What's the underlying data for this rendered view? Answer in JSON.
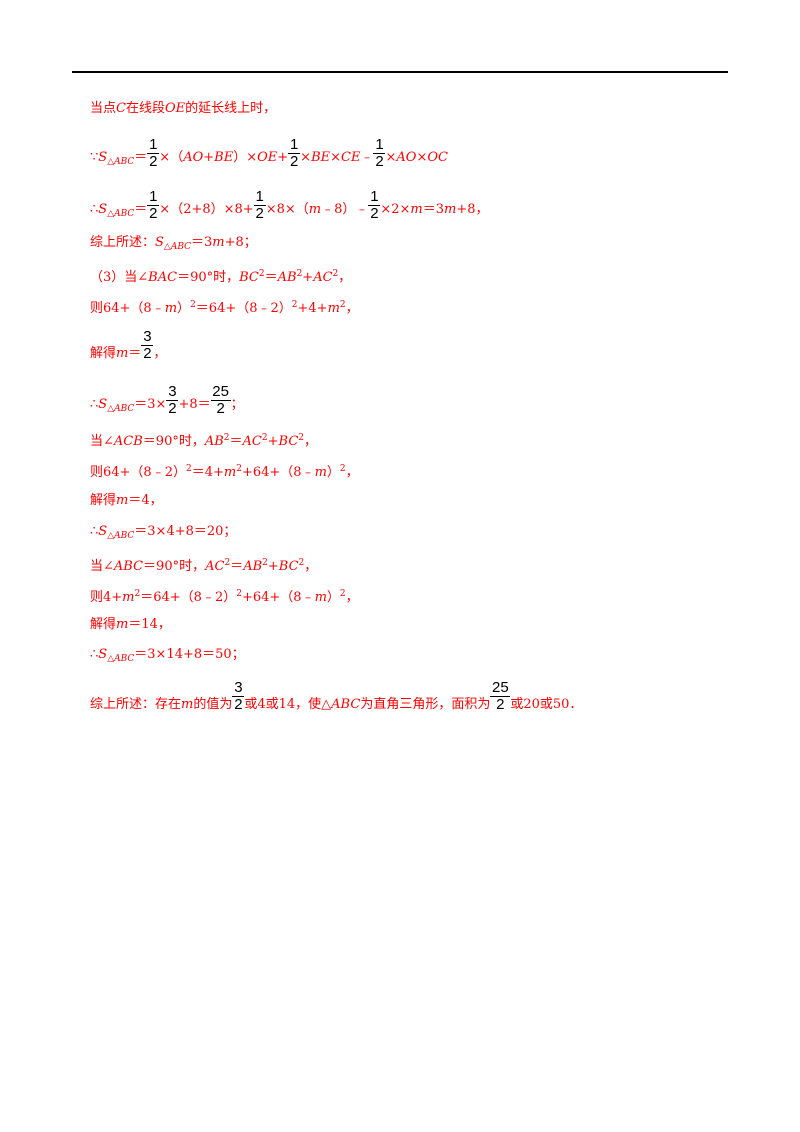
{
  "lines": [
    "当点C在线段OE的延长线上时，",
    "∵S△ABC＝1/2×（AO+BE）×OE+1/2×BE×CE﹣1/2×AO×OC",
    "∴S△ABC＝1/2×（2+8）×8+1/2×8×（m﹣8）﹣1/2×2×m＝3m+8，",
    "综上所述：S△ABC＝3m+8；",
    "（3）当∠BAC＝90°时，BC²＝AB²+AC²，",
    "则64+（8﹣m）²＝64+（8﹣2）²+4+m²，",
    "解得m＝3/2，",
    "∴S△ABC＝3×3/2+8＝25/2；",
    "当∠ACB＝90°时，AB²＝AC²+BC²，",
    "则64+（8﹣2）²＝4+m²+64+（8﹣m）²，",
    "解得m＝4，",
    "∴S△ABC＝3×4+8＝20；",
    "当∠ABC＝90°时，AC²＝AB²+BC²，",
    "则4+m²＝64+（8﹣2）²+64+（8﹣m）²，",
    "解得m＝14，",
    "∴S△ABC＝3×14+8＝50；",
    "综上所述：存在m的值为3/2或4或14，使△ABC为直角三角形，面积为25/2或20或50．"
  ],
  "fractions": {
    "half": {
      "num": "1",
      "den": "2"
    },
    "three_halves": {
      "num": "3",
      "den": "2"
    },
    "twentyfive_halves": {
      "num": "25",
      "den": "2"
    }
  }
}
